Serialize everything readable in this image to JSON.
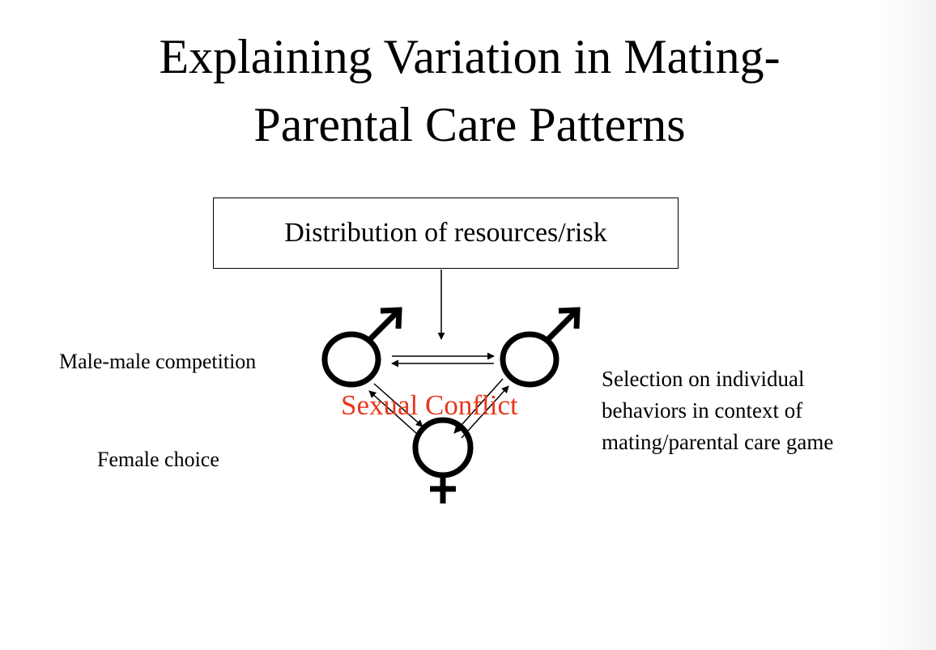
{
  "title": {
    "line1": "Explaining Variation in Mating-",
    "line2": "Parental Care Patterns"
  },
  "box_text": "Distribution of resources/risk",
  "labels": {
    "male_competition": "Male-male competition",
    "female_choice": "Female choice",
    "selection": [
      "Selection on individual",
      "behaviors in context of",
      "mating/parental care game"
    ],
    "sexual_conflict": "Sexual Conflict"
  },
  "colors": {
    "conflict_text": "#e8371c",
    "symbols": "#000000"
  },
  "icons": {
    "male_left": "male-symbol",
    "male_right": "male-symbol",
    "female": "female-symbol"
  }
}
